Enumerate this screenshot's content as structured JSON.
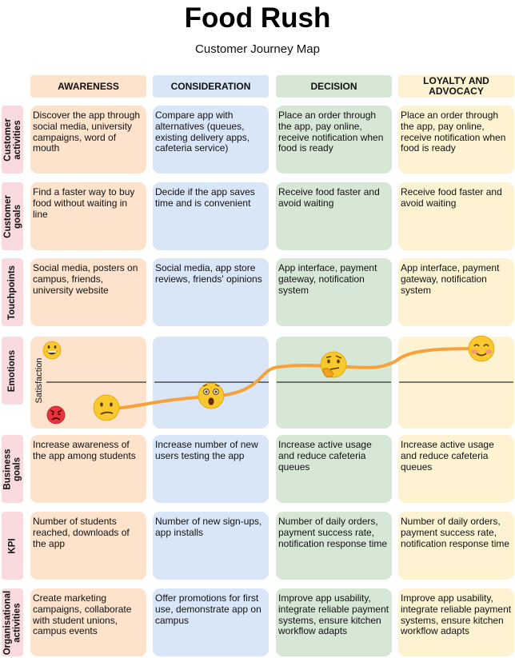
{
  "title": "Food Rush",
  "subtitle": "Customer Journey Map",
  "stages": [
    "AWARENESS",
    "CONSIDERATION",
    "DECISION",
    "LOYALTY AND ADVOCACY"
  ],
  "rows": [
    {
      "label": [
        "Customer",
        "activities"
      ],
      "cells": [
        "Discover the app through social media, university campaigns, word of mouth",
        "Compare app with alternatives (queues, existing delivery apps, cafeteria service)",
        "Place an order through the app, pay online, receive notification when food is ready",
        "Place an order through the app, pay online, receive notification when food is ready"
      ]
    },
    {
      "label": [
        "Customer",
        "goals"
      ],
      "cells": [
        "Find a faster way to buy food without waiting in line",
        "Decide if the app saves time and is convenient",
        "Receive food faster and avoid waiting",
        "Receive food faster and avoid waiting"
      ]
    },
    {
      "label": [
        "Touchpoints"
      ],
      "cells": [
        "Social media, posters on campus, friends, university website",
        "Social media, app store reviews, friends' opinions",
        "App interface, payment gateway, notification system",
        "App interface, payment gateway, notification system"
      ]
    },
    {
      "label": [
        "Emotions"
      ],
      "cells": [
        "",
        "",
        "",
        ""
      ]
    },
    {
      "label": [
        "Business",
        "goals"
      ],
      "cells": [
        "Increase awareness of the app among students",
        "Increase number of new users testing the app",
        "Increase active usage and reduce cafeteria queues",
        "Increase active usage and reduce cafeteria queues"
      ]
    },
    {
      "label": [
        "KPI"
      ],
      "cells": [
        "Number of students reached, downloads of the app",
        "Number of new sign-ups, app installs",
        "Number of daily orders, payment success rate, notification response time",
        "Number of daily orders, payment success rate, notification response time"
      ]
    },
    {
      "label": [
        "Organisational",
        "activities"
      ],
      "cells": [
        "Create marketing campaigns, collaborate with student unions, campus events",
        "Offer promotions for first use, demonstrate app on campus",
        "Improve app usability, integrate reliable payment systems, ensure kitchen workflow adapts",
        "Improve app usability, integrate reliable payment systems, ensure kitchen workflow adapts"
      ]
    }
  ],
  "emotions": {
    "axis_label": "Satisfaction",
    "scale_icons": [
      "grinning-face-icon",
      "angry-face-icon"
    ],
    "stage_icons": [
      "confused-face-icon",
      "astonished-face-icon",
      "thinking-face-icon",
      "smiling-face-blush-icon"
    ],
    "curve_color": "#f7a13a",
    "neutral_line_color": "#000000"
  }
}
